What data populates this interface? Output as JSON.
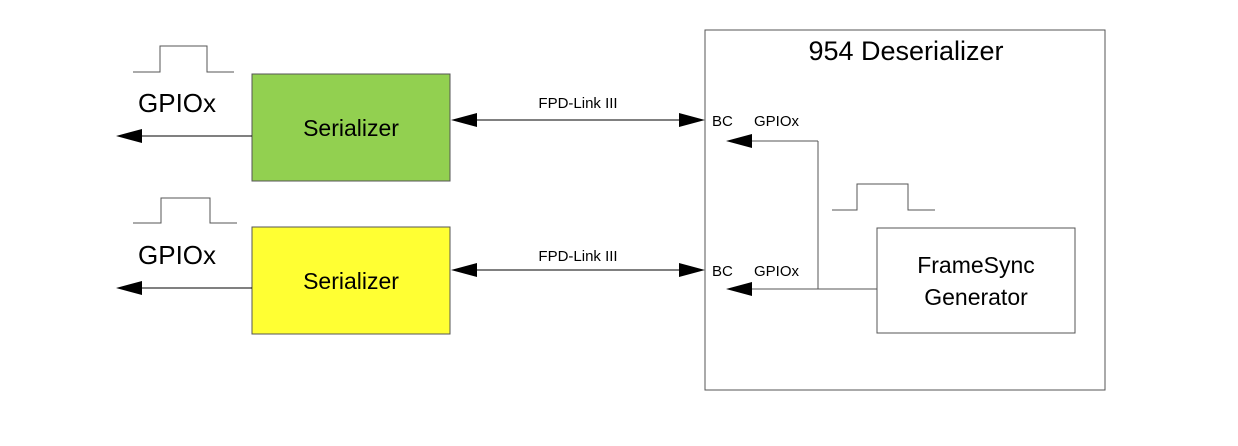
{
  "colors": {
    "serializer_top": "#92D050",
    "serializer_bottom": "#FFFF33",
    "deserializer_fill": "#FFFFFF",
    "framesync_fill": "#FFFFFF"
  },
  "deserializer": {
    "title": "954 Deserializer"
  },
  "serializers": [
    {
      "label": "Serializer",
      "gpio_label": "GPIOx"
    },
    {
      "label": "Serializer",
      "gpio_label": "GPIOx"
    }
  ],
  "links": [
    {
      "label": "FPD-Link III"
    },
    {
      "label": "FPD-Link III"
    }
  ],
  "ports": [
    {
      "bc": "BC",
      "gpio": "GPIOx"
    },
    {
      "bc": "BC",
      "gpio": "GPIOx"
    }
  ],
  "framesync": {
    "line1": "FrameSync",
    "line2": "Generator"
  },
  "icons": [
    "pulse-waveform-icon",
    "arrow-head-icon"
  ]
}
